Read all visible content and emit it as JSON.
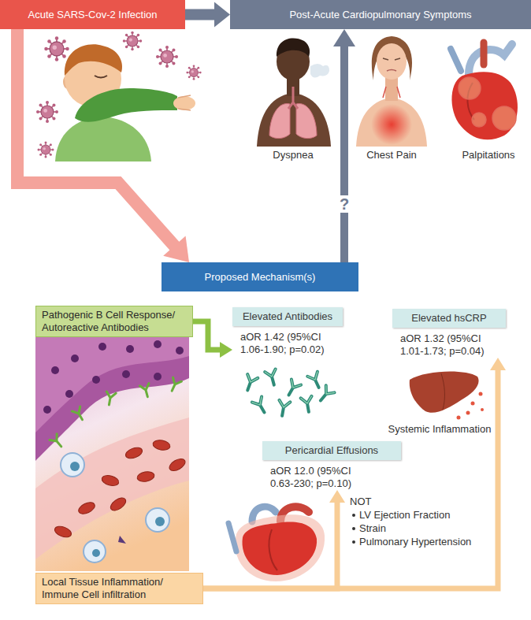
{
  "diagram": {
    "nodes": [
      {
        "text": [
          "Acute SARS-Cov-2 Infection"
        ]
      },
      {
        "text": [
          "Post-Acute Cardiopulmonary Symptoms"
        ]
      },
      {
        "text": [
          "Proposed Mechanism(s)"
        ]
      },
      {
        "text": [
          "Pathogenic B Cell Response/ Autoreactive Antibodies"
        ]
      },
      {
        "text": [
          "Elevated Antibodies",
          "aOR 1.42 (95%CI 1.06-1.90; p=0.02)"
        ]
      },
      {
        "text": [
          "Elevated hsCRP",
          "aOR 1.32 (95%CI 1.01-1.73; p=0.04)"
        ]
      },
      {
        "text": [
          "Pericardial Effusions",
          "aOR 12.0 (95%CI 0.63-230; p=0.10)"
        ]
      },
      {
        "text": [
          "Local Tissue Inflammation/ Immune Cell infiltration"
        ]
      }
    ],
    "edges": [
      {
        "from": 0,
        "to": 1,
        "arrow": "to"
      },
      {
        "from": 0,
        "to": 2,
        "arrow": "to"
      },
      {
        "from": 2,
        "to": 1,
        "label": "?",
        "arrow": "to"
      },
      {
        "from": 3,
        "to": 4,
        "arrow": "to"
      },
      {
        "from": 7,
        "to": 6,
        "arrow": "to"
      },
      {
        "from": 7,
        "to": 5,
        "arrow": "to"
      }
    ],
    "labels": [
      "Dyspnea",
      "Chest Pain",
      "Palpitations",
      "Systemic Inflammation",
      "NOT",
      "LV Ejection Fraction",
      "Strain",
      "Pulmonary Hypertension"
    ]
  }
}
